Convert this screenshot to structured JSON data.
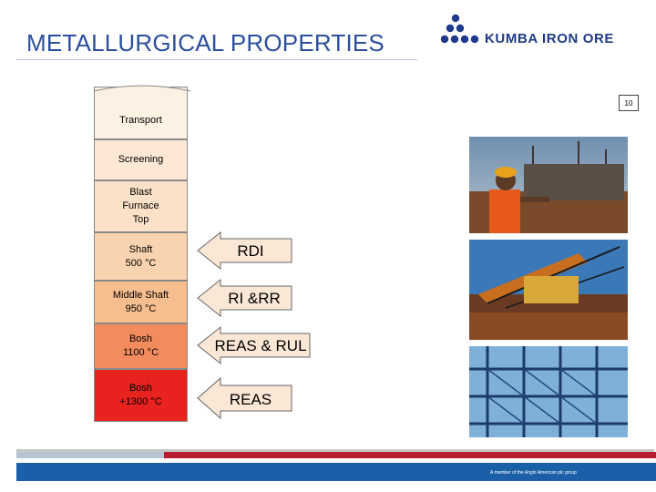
{
  "header": {
    "title": "METALLURGICAL PROPERTIES",
    "logo_text": "KUMBA IRON ORE",
    "page_number": "10"
  },
  "stages": [
    {
      "label": "Transport",
      "color": "#fdf1e3"
    },
    {
      "label": "Screening",
      "color": "#fce8d4"
    },
    {
      "label": "Blast\nFurnace\nTop",
      "color": "#fbe1c8"
    },
    {
      "label": "Shaft\n500 °C",
      "color": "#f9d3b0"
    },
    {
      "label": "Middle Shaft\n950 °C",
      "color": "#f6bd8e"
    },
    {
      "label": "Bosh\n1100 °C",
      "color": "#f28b5e"
    },
    {
      "label": "Bosh\n+1300 °C",
      "color": "#e8221e"
    }
  ],
  "tests": [
    {
      "label": "RDI"
    },
    {
      "label": "RI &RR"
    },
    {
      "label": "REAS & RUL"
    },
    {
      "label": "REAS"
    }
  ],
  "photos": [
    {
      "name": "worker-construction-photo"
    },
    {
      "name": "stacker-reclaimer-photo"
    },
    {
      "name": "steel-structure-photo"
    }
  ],
  "footer": {
    "tagline": "A member of the Anglo American plc group"
  },
  "colors": {
    "title_blue": "#2b4f9e",
    "brand_blue": "#1a5fa8",
    "brand_red": "#b81c2e",
    "arrow_fill": "#fbe7d5"
  }
}
